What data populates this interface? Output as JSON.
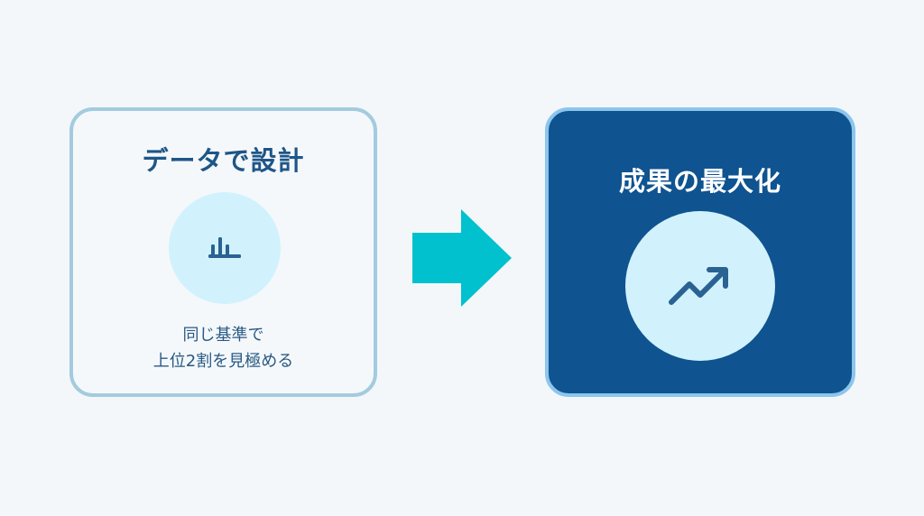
{
  "left_card": {
    "title": "データで設計",
    "icon": "bar-chart-icon",
    "caption_line1": "同じ基準で",
    "caption_line2": "上位2割を見極める"
  },
  "right_card": {
    "title": "成果の最大化",
    "icon": "trending-up-icon"
  },
  "colors": {
    "background": "#f3f7fa",
    "left_border": "#a3cbde",
    "left_title": "#1e5687",
    "right_fill": "#0f5390",
    "right_border": "#8cc6ec",
    "circle_fill": "#d1f2fd",
    "arrow": "#00c1cd"
  }
}
